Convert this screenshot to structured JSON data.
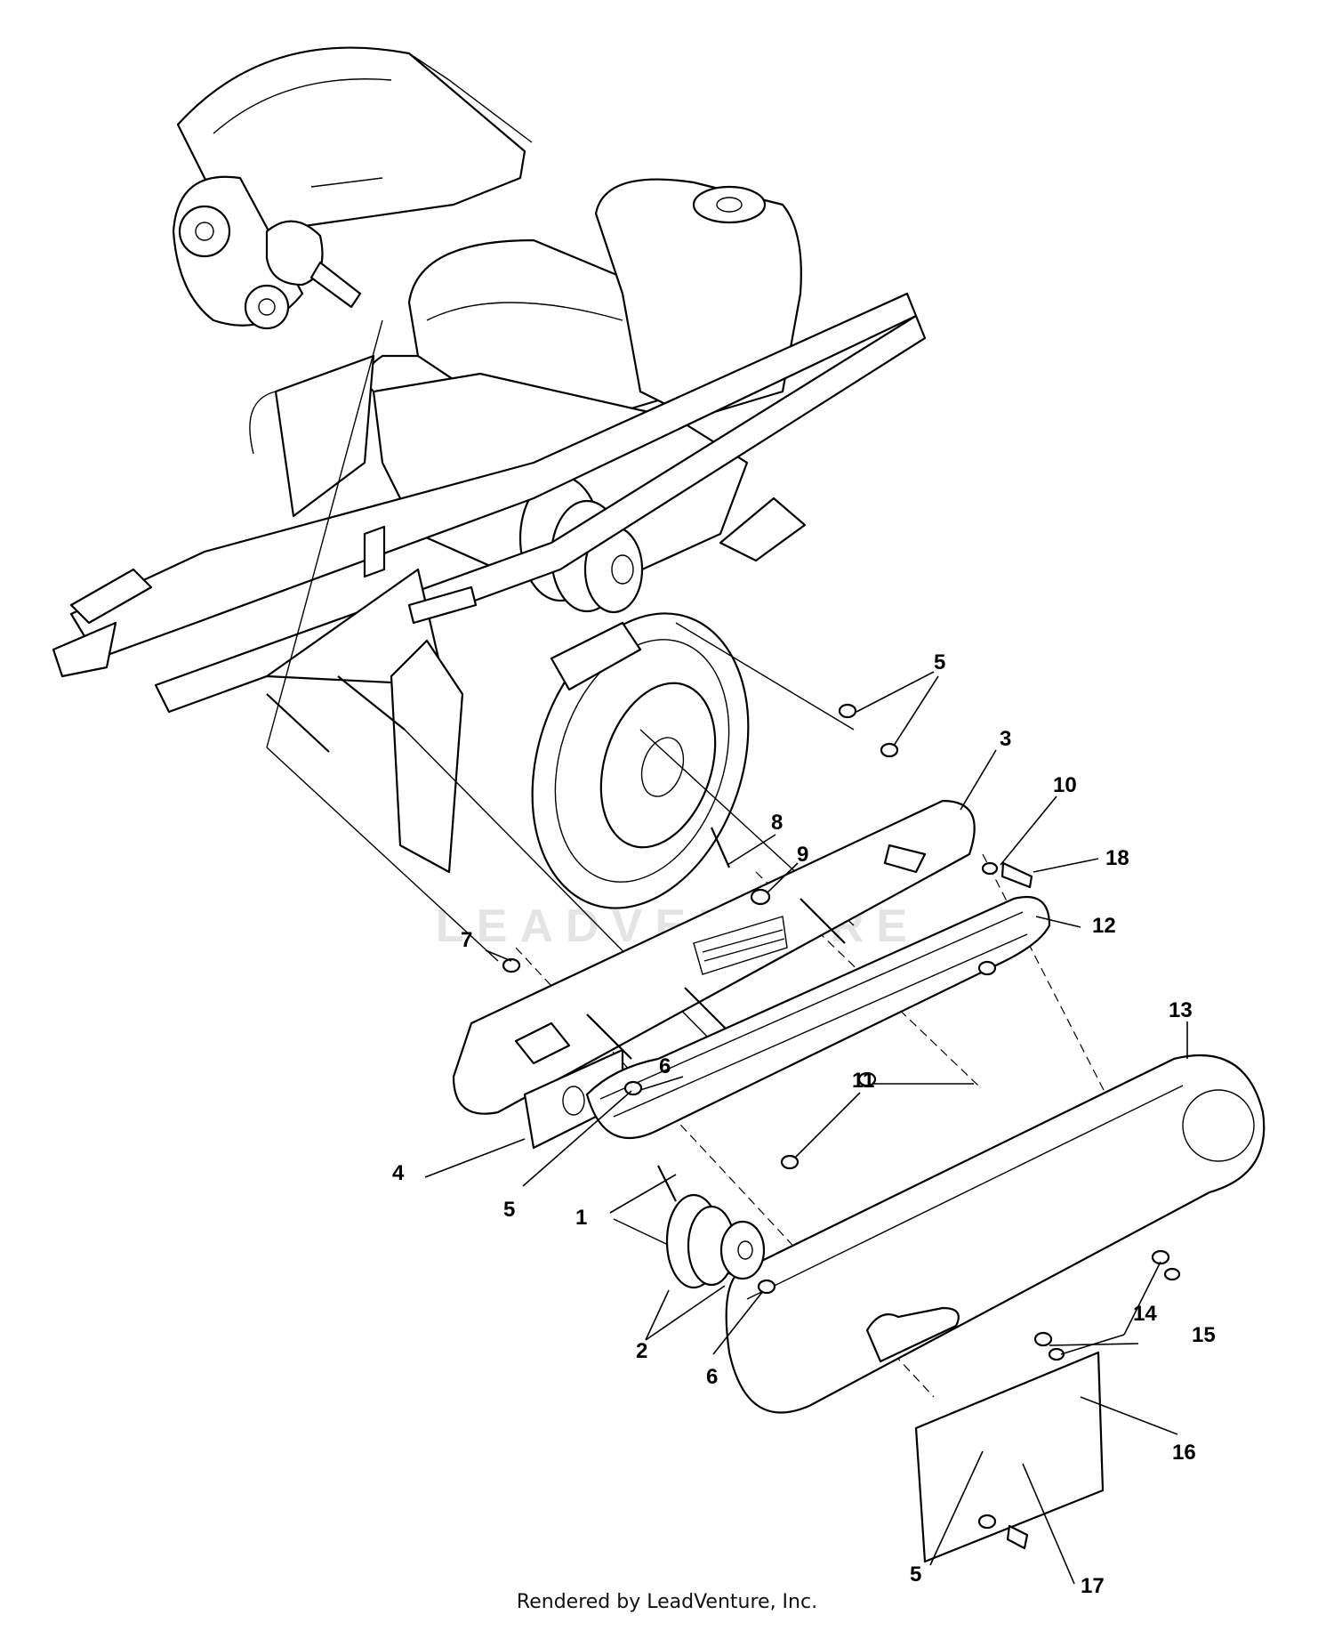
{
  "watermark": "LEADVENTURE",
  "credit": "Rendered by LeadVenture, Inc.",
  "callouts": [
    "5",
    "3",
    "10",
    "18",
    "8",
    "9",
    "12",
    "7",
    "13",
    "6",
    "11",
    "4",
    "5",
    "1",
    "2",
    "6",
    "14",
    "15",
    "16",
    "5",
    "17"
  ]
}
